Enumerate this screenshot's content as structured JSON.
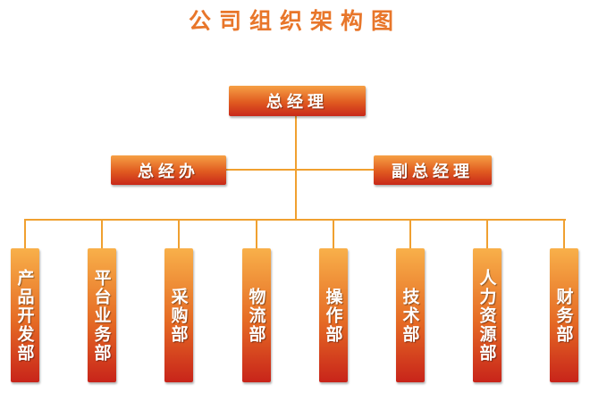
{
  "title": "公司组织架构图",
  "top": "总经理",
  "left_assistant": "总经办",
  "right_assistant": "副总经理",
  "departments": [
    "产品开发部",
    "平台业务部",
    "采购部",
    "物流部",
    "操作部",
    "技术部",
    "人力资源部",
    "财务部"
  ],
  "colors": {
    "line": "#f0a030",
    "box_top": "#f6a044",
    "box_bottom": "#c8281a",
    "title": "#e8762a"
  }
}
